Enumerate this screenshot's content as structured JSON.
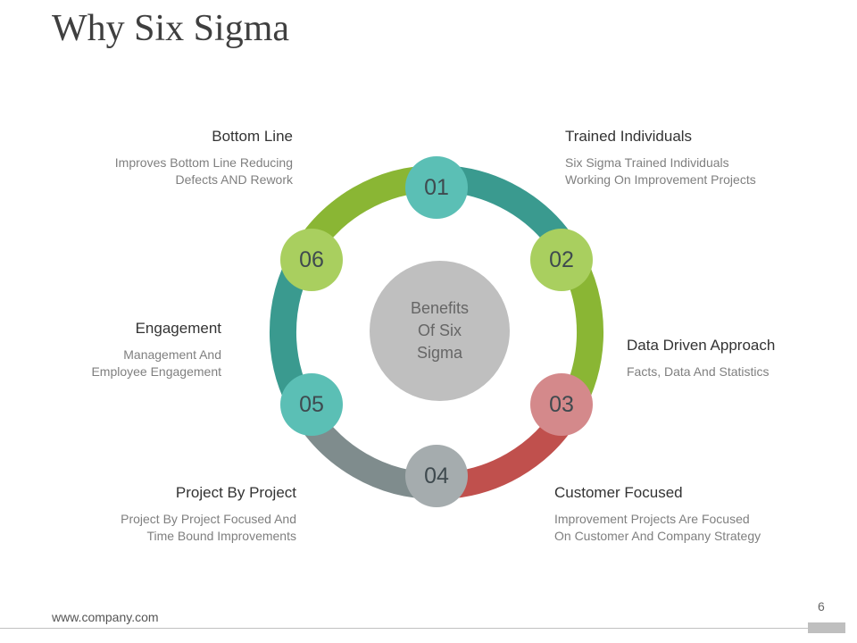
{
  "title": "Why Six Sigma",
  "center_label": "Benefits\nOf Six\nSigma",
  "colors": {
    "teal": "#3a9a8f",
    "green": "#8ab634",
    "red": "#c0504d",
    "gray": "#7f8c8d",
    "node_01": "#5bbfb5",
    "node_02": "#a9cf5f",
    "node_03": "#d4898b",
    "node_04": "#a5acae",
    "node_05": "#5bbfb5",
    "node_06": "#a9cf5f",
    "center": "#bfbfbf"
  },
  "nodes": [
    "01",
    "02",
    "03",
    "04",
    "05",
    "06"
  ],
  "items": [
    {
      "heading": "Trained Individuals",
      "desc": "Six Sigma Trained Individuals\nWorking On Improvement  Projects"
    },
    {
      "heading": "Data Driven Approach",
      "desc": "Facts, Data And Statistics"
    },
    {
      "heading": "Customer Focused",
      "desc": "Improvement  Projects Are Focused\nOn Customer And Company Strategy"
    },
    {
      "heading": "Project By Project",
      "desc": "Project By Project Focused And\nTime Bound Improvements"
    },
    {
      "heading": "Engagement",
      "desc": "Management  And\nEmployee Engagement"
    },
    {
      "heading": "Bottom Line",
      "desc": "Improves  Bottom Line Reducing\nDefects AND Rework"
    }
  ],
  "footer": {
    "url": "www.company.com",
    "page": "6"
  }
}
